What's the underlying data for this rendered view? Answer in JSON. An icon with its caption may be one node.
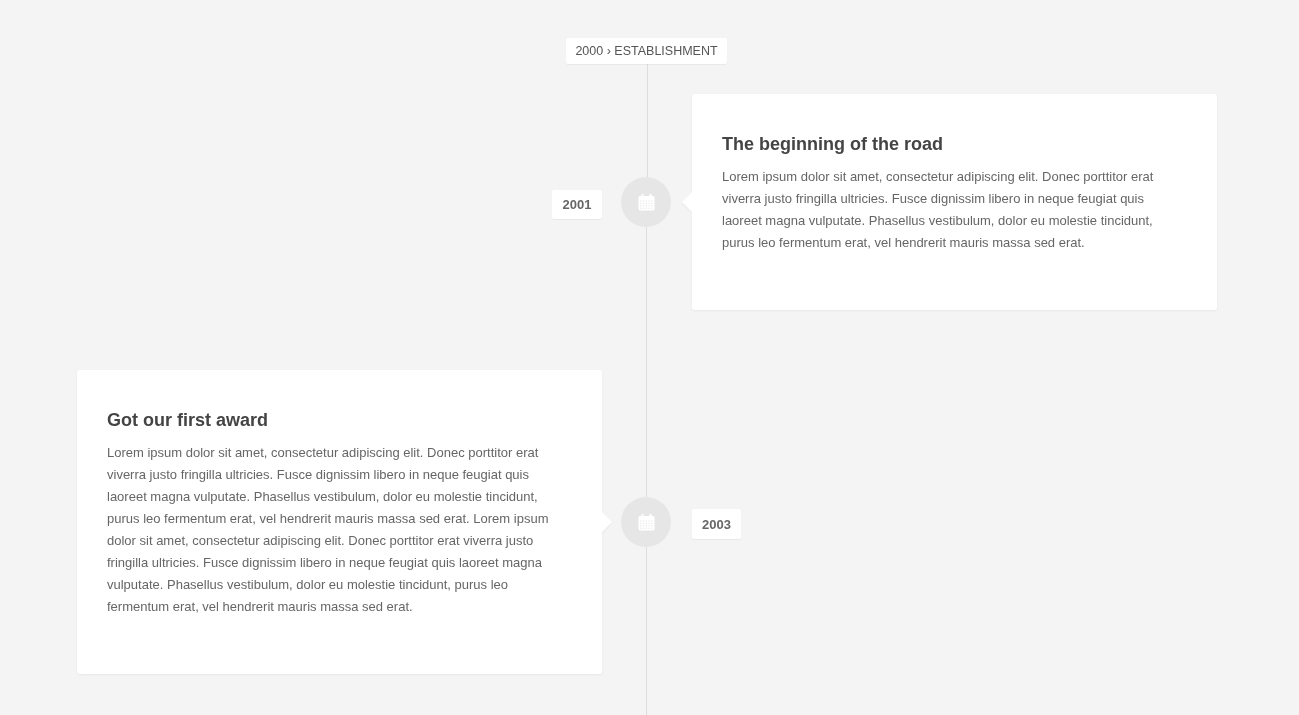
{
  "diagram": {
    "nodes": [
      {
        "text": [
          "2000 › ESTABLISHMENT"
        ]
      },
      {
        "text": [
          "2001"
        ]
      },
      {
        "text": [],
        "shape": "circle"
      },
      {
        "text": [
          "The beginning of the road",
          "Lorem ipsum dolor sit amet, consectetur adipiscing elit. Donec porttitor erat viverra justo fringilla ultricies. Fusce dignissim libero in neque feugiat quis laoreet magna vulputate. Phasellus vestibulum, dolor eu molestie tincidunt, purus leo fermentum erat, vel hendrerit mauris massa sed erat."
        ]
      },
      {
        "text": [
          "Got our first award",
          "Lorem ipsum dolor sit amet, consectetur adipiscing elit. Donec porttitor erat viverra justo fringilla ultricies. Fusce dignissim libero in neque feugiat quis laoreet magna vulputate. Phasellus vestibulum, dolor eu molestie tincidunt, purus leo fermentum erat, vel hendrerit mauris massa sed erat. Lorem ipsum dolor sit amet, consectetur adipiscing elit. Donec porttitor erat viverra justo fringilla ultricies. Fusce dignissim libero in neque feugiat quis laoreet magna vulputate. Phasellus vestibulum, dolor eu molestie tincidunt, purus leo fermentum erat, vel hendrerit mauris massa sed erat."
        ]
      },
      {
        "text": [],
        "shape": "circle"
      },
      {
        "text": [
          "2003"
        ]
      }
    ],
    "edges": [
      {
        "from": 0,
        "to": 2,
        "arrow": "none"
      },
      {
        "from": 2,
        "to": 5,
        "arrow": "none"
      },
      {
        "from": 5,
        "to": null,
        "arrow": "none"
      }
    ]
  }
}
